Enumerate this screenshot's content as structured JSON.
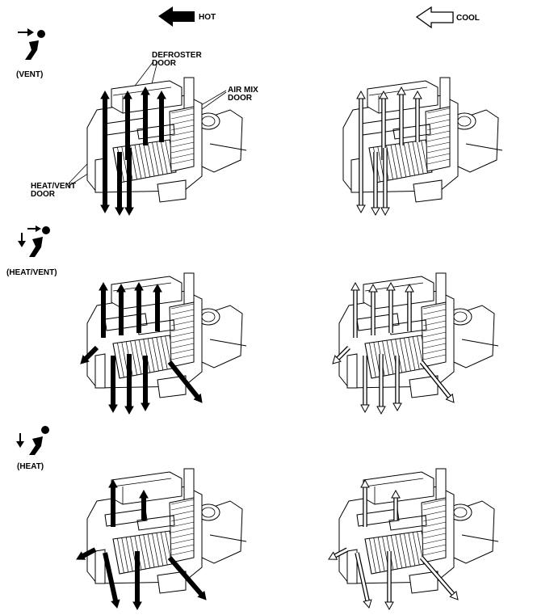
{
  "legend": {
    "hot": "HOT",
    "cool": "COOL"
  },
  "modes": [
    {
      "label": "(VENT)"
    },
    {
      "label": "(HEAT/VENT)"
    },
    {
      "label": "(HEAT)"
    }
  ],
  "callouts": {
    "defroster_door": [
      "DEFROSTER",
      "DOOR"
    ],
    "air_mix_door": [
      "AIR MIX",
      "DOOR"
    ],
    "heat_vent_door": [
      "HEAT/VENT",
      "DOOR"
    ]
  },
  "colors": {
    "hot": "#000000",
    "cool": "#ffffff",
    "line": "#000000"
  }
}
